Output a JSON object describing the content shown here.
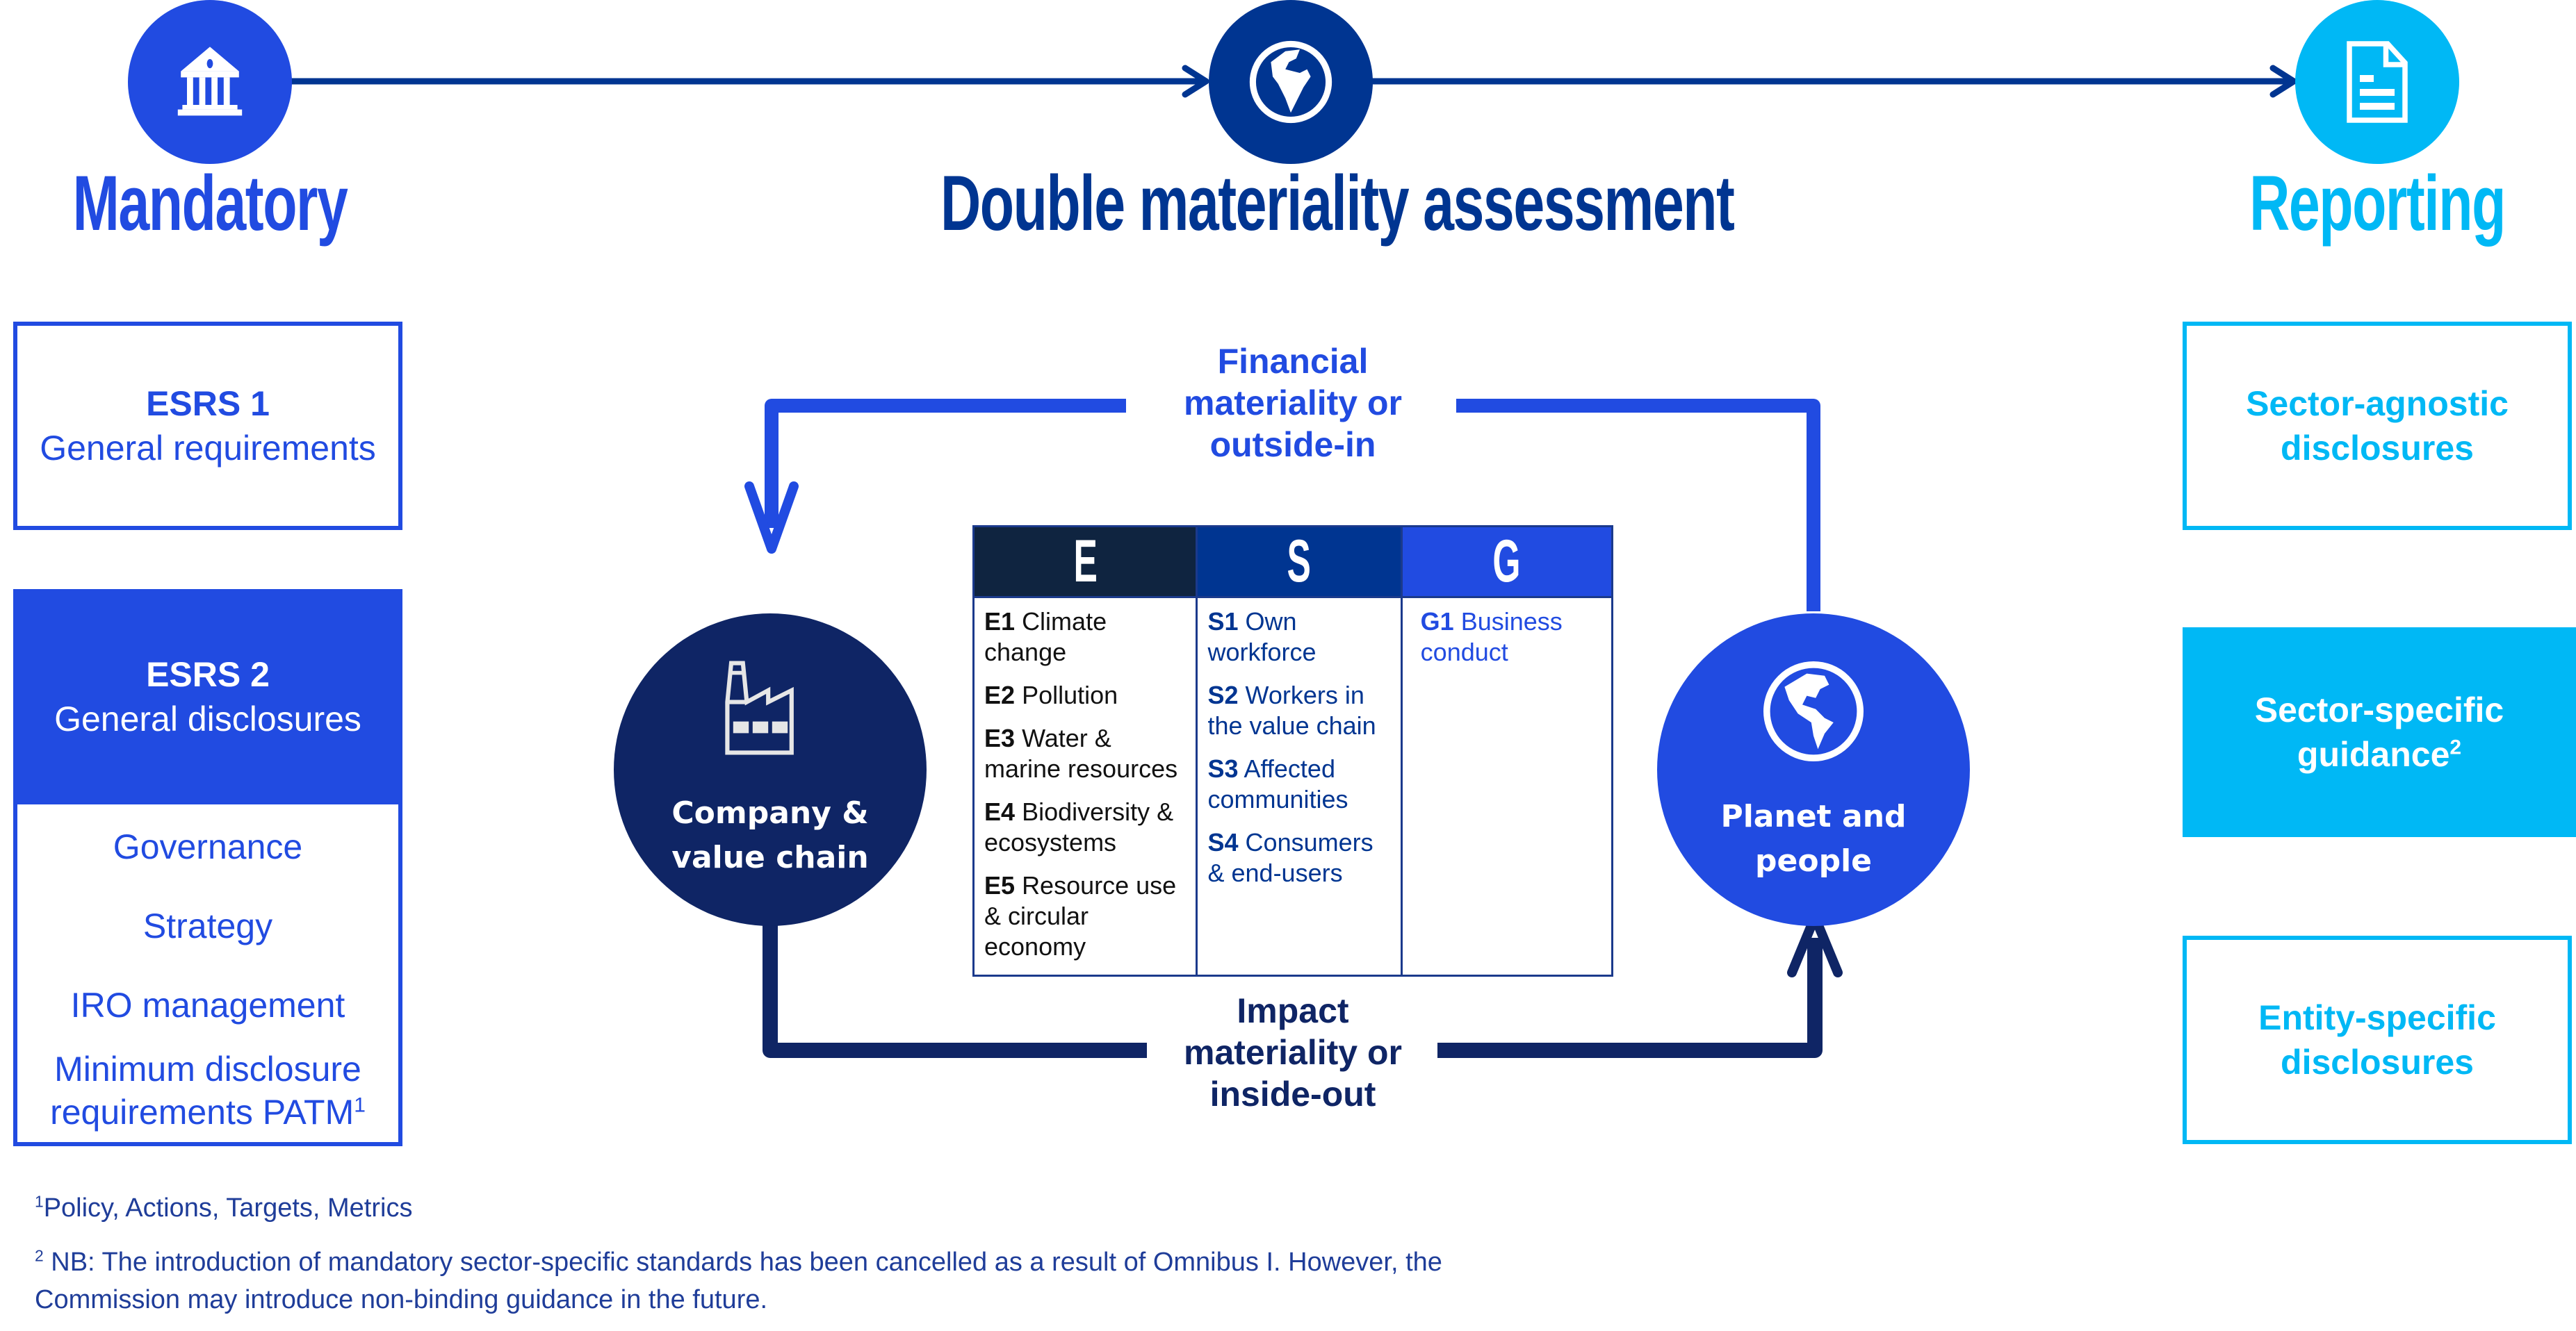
{
  "colors": {
    "navy": "#0F2565",
    "dark_blue": "#003591",
    "blue": "#214BE1",
    "cyan": "#00B8F5",
    "table_e_header": "#0F2440",
    "table_s_header": "#003591",
    "table_g_header": "#214BE1"
  },
  "header": {
    "steps": [
      {
        "label": "Mandatory",
        "icon": "bank-icon"
      },
      {
        "label": "Double materiality assessment",
        "icon": "globe-icon"
      },
      {
        "label": "Reporting",
        "icon": "document-icon"
      }
    ]
  },
  "mandatory": {
    "esrs1": {
      "title": "ESRS 1",
      "subtitle": "General requirements"
    },
    "esrs2": {
      "title": "ESRS 2",
      "subtitle": "General disclosures",
      "items": [
        "Governance",
        "Strategy",
        "IRO management",
        "Minimum disclosure requirements PATM"
      ],
      "last_item_line1": "Minimum disclosure",
      "last_item_line2": "requirements PATM",
      "last_item_sup": "1"
    }
  },
  "assessment": {
    "financial_label": [
      "Financial",
      "materiality or",
      "outside-in"
    ],
    "impact_label": [
      "Impact",
      "materiality or",
      "inside-out"
    ],
    "left_node": {
      "label_line1": "Company &",
      "label_line2": "value chain",
      "icon": "factory-icon"
    },
    "right_node": {
      "label_line1": "Planet and",
      "label_line2": "people",
      "icon": "globe-icon"
    },
    "esg_table": {
      "headers": [
        "E",
        "S",
        "G"
      ],
      "columns": [
        [
          {
            "code": "E1",
            "text": "Climate change"
          },
          {
            "code": "E2",
            "text": "Pollution"
          },
          {
            "code": "E3",
            "text": "Water & marine resources"
          },
          {
            "code": "E4",
            "text": "Biodiversity & ecosystems"
          },
          {
            "code": "E5",
            "text": "Resource use & circular economy"
          }
        ],
        [
          {
            "code": "S1",
            "text": "Own workforce"
          },
          {
            "code": "S2",
            "text": "Workers in the value chain"
          },
          {
            "code": "S3",
            "text": "Affected communities"
          },
          {
            "code": "S4",
            "text": "Consumers & end-users"
          }
        ],
        [
          {
            "code": "G1",
            "text": "Business conduct"
          }
        ]
      ]
    }
  },
  "reporting": {
    "boxes": [
      {
        "text_line1": "Sector-agnostic",
        "text_line2": "disclosures",
        "sup": ""
      },
      {
        "text_line1": "Sector-specific",
        "text_line2": "guidance",
        "sup": "2"
      },
      {
        "text_line1": "Entity-specific",
        "text_line2": "disclosures",
        "sup": ""
      }
    ]
  },
  "footnotes": {
    "note1_marker": "1",
    "note1": "Policy, Actions, Targets, Metrics",
    "note2_marker": "2",
    "note2_line1": "NB: The introduction of mandatory sector-specific standards has been cancelled as a result of Omnibus I. However, the",
    "note2_line2": "Commission may introduce non-binding guidance in the future."
  }
}
